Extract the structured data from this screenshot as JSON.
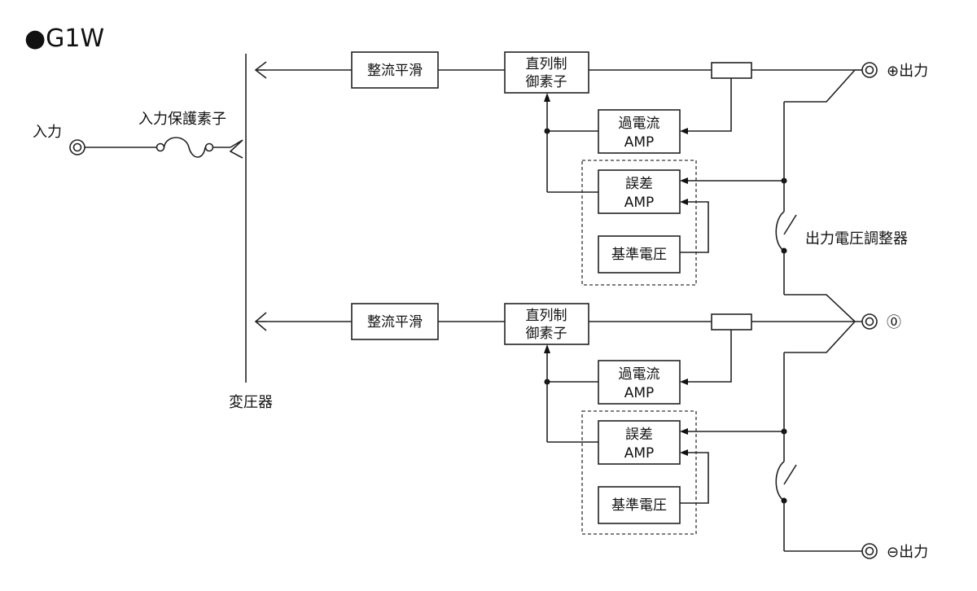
{
  "title": "●G1W",
  "labels": {
    "input": "入力",
    "input_protection": "入力保護素子",
    "transformer": "変圧器",
    "output_plus": "⊕出力",
    "output_zero": "⓪",
    "output_minus": "⊖出力",
    "voltage_adjuster": "出力電圧調整器"
  },
  "channels": [
    {
      "rectifier": "整流平滑",
      "series_control": [
        "直列制",
        "御素子"
      ],
      "overcurrent_amp": [
        "過電流",
        "AMP"
      ],
      "error_amp": [
        "誤差",
        "AMP"
      ],
      "reference_voltage": "基準電圧"
    },
    {
      "rectifier": "整流平滑",
      "series_control": [
        "直列制",
        "御素子"
      ],
      "overcurrent_amp": [
        "過電流",
        "AMP"
      ],
      "error_amp": [
        "誤差",
        "AMP"
      ],
      "reference_voltage": "基準電圧"
    }
  ]
}
